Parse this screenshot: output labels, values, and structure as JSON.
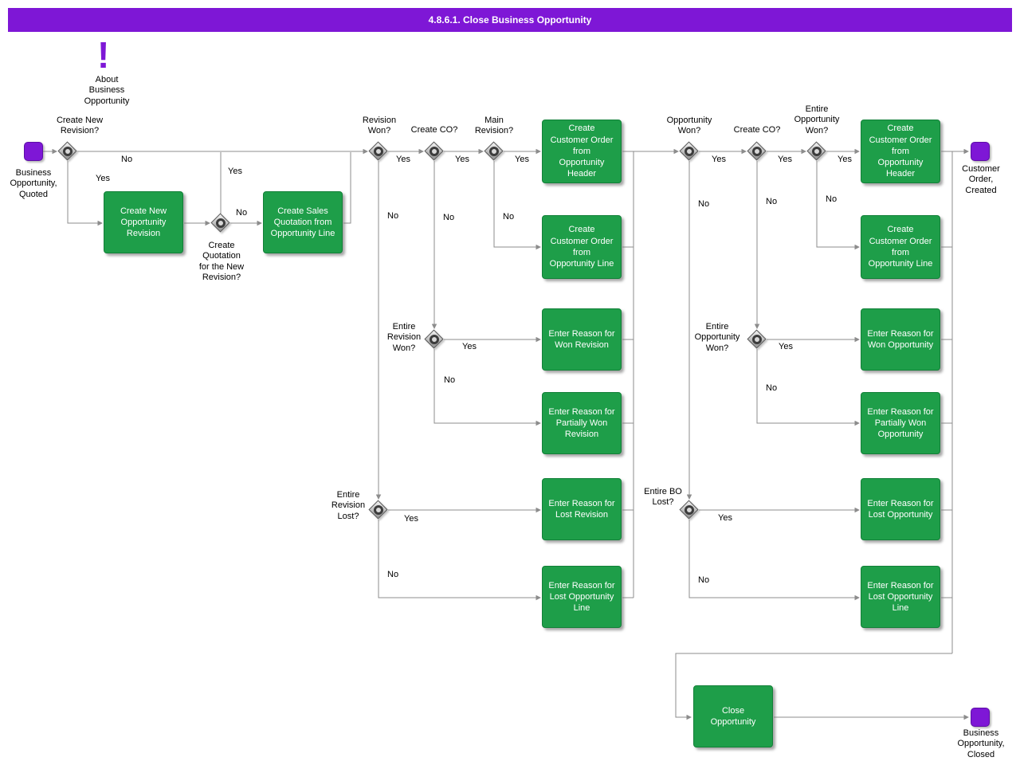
{
  "title": "4.8.6.1. Close Business Opportunity",
  "about": {
    "icon": "!",
    "label": "About\nBusiness\nOpportunity"
  },
  "labels": {
    "yes": "Yes",
    "no": "No"
  },
  "terminators": {
    "start": "Business\nOpportunity,\nQuoted",
    "customer_order_created": "Customer\nOrder,\nCreated",
    "business_opportunity_closed": "Business\nOpportunity,\nClosed"
  },
  "decisions": {
    "create_new_revision": "Create New\nRevision?",
    "create_quotation_for_new_revision": "Create\nQuotation\nfor the New\nRevision?",
    "revision_won": "Revision\nWon?",
    "create_co_revision": "Create CO?",
    "main_revision": "Main\nRevision?",
    "entire_revision_won": "Entire\nRevision\nWon?",
    "entire_revision_lost": "Entire\nRevision\nLost?",
    "opportunity_won": "Opportunity\nWon?",
    "create_co_opportunity": "Create CO?",
    "entire_opportunity_won_top": "Entire\nOpportunity\nWon?",
    "entire_opportunity_won_mid": "Entire\nOpportunity\nWon?",
    "entire_bo_lost": "Entire BO\nLost?"
  },
  "processes": {
    "create_new_opportunity_revision": "Create New\nOpportunity\nRevision",
    "create_sales_quotation_from_opportunity_line": "Create Sales\nQuotation from\nOpportunity Line",
    "create_co_from_opportunity_header_rev": "Create\nCustomer Order\nfrom\nOpportunity\nHeader",
    "create_co_from_opportunity_line_rev": "Create\nCustomer Order\nfrom\nOpportunity Line",
    "enter_reason_won_revision": "Enter Reason for\nWon Revision",
    "enter_reason_partially_won_revision": "Enter Reason for\nPartially Won\nRevision",
    "enter_reason_lost_revision": "Enter Reason for\nLost Revision",
    "enter_reason_lost_opportunity_line_rev": "Enter Reason for\nLost Opportunity\nLine",
    "create_co_from_opportunity_header_opp": "Create\nCustomer Order\nfrom\nOpportunity\nHeader",
    "create_co_from_opportunity_line_opp": "Create\nCustomer Order\nfrom\nOpportunity Line",
    "enter_reason_won_opportunity": "Enter Reason for\nWon Opportunity",
    "enter_reason_partially_won_opportunity": "Enter Reason for\nPartially Won\nOpportunity",
    "enter_reason_lost_opportunity": "Enter Reason for\nLost Opportunity",
    "enter_reason_lost_opportunity_line_opp": "Enter Reason for\nLost Opportunity\nLine",
    "close_opportunity": "Close\nOpportunity"
  },
  "colors": {
    "accent_purple": "#7e17d6",
    "process_green": "#1e9e49",
    "connector_gray": "#8c8c8c"
  }
}
